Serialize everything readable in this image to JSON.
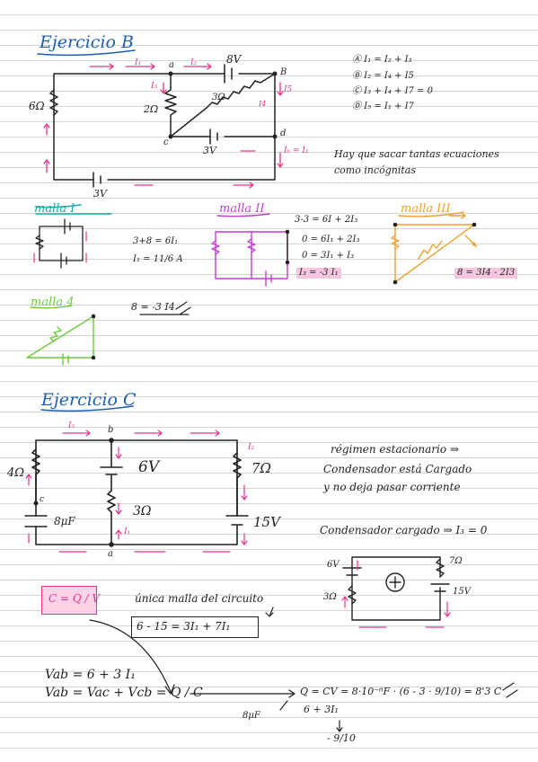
{
  "ej_b": {
    "title": "Ejercicio B",
    "v8": "8V",
    "v3": "3V",
    "v3b": "3V",
    "r6": "6Ω",
    "r2": "2Ω",
    "r3": "3Ω",
    "na": "a",
    "nb": "B",
    "nc": "c",
    "nd": "d",
    "i1": "I₁",
    "i2": "I₂",
    "i3": "I₃",
    "i4": "I4",
    "i5": "I5",
    "i6": "I₆ = I₁",
    "eq_a": "Ⓐ  I₁ = I₂ + I₃",
    "eq_b": "Ⓑ  I₂ = I₄ + I5",
    "eq_c": "Ⓒ  I₃ + I₄ + I7 = 0",
    "eq_d": "Ⓓ  I₅ = I₁ + I7",
    "note1": "Hay que sacar tantas ecuaciones",
    "note2": "como incógnitas"
  },
  "mallas": {
    "m1_title": "malla I",
    "m1_eq1": "3+8 = 6I₁",
    "m1_eq2": "I₁ = 11/6 A",
    "m2_title": "malla II",
    "m2_eq1": "3-3 = 6I + 2I₃",
    "m2_eq2": "0 = 6I₁ + 2I₃",
    "m2_eq3": "0 = 3I₁ + I₃",
    "m2_eq4": "I₃ = -3 I₁",
    "m3_title": "malla III",
    "m3_eq": "8 = 3I4 - 2I3",
    "m4_title": "malla 4",
    "m4_eq": "8 = -3 I4"
  },
  "ej_c": {
    "title": "Ejercicio C",
    "r4": "4Ω",
    "v6": "6V",
    "r7": "7Ω",
    "r3": "3Ω",
    "v15": "15V",
    "cap": "8μF",
    "nb": "b",
    "na": "a",
    "nc": "c",
    "i3": "I₃",
    "i2": "I₂",
    "i1": "I₁",
    "note1": "régimen estacionario ⇒",
    "note2": "Condensador está Cargado",
    "note3": "y no deja pasar corriente",
    "note4": "Condensador cargado ⇒ I₃ = 0",
    "small_6v": "6V",
    "small_7": "7Ω",
    "small_15": "15V",
    "small_3": "3Ω",
    "cq": "C = Q / V",
    "unica": "única malla del circuito",
    "eq_box": "6 - 15 = 3I₁ + 7I₁",
    "vab1": "Vab = 6 + 3 I₁",
    "vab2": "Vab = Vac + Vcb = Q / C",
    "q_line": "Q = CV = 8·10⁻⁶F · (6 - 3 · 9/10) = 8'3 C",
    "cap_note": "8μF",
    "sub1": "6 + 3I₁",
    "sub2": "- 9/10"
  }
}
